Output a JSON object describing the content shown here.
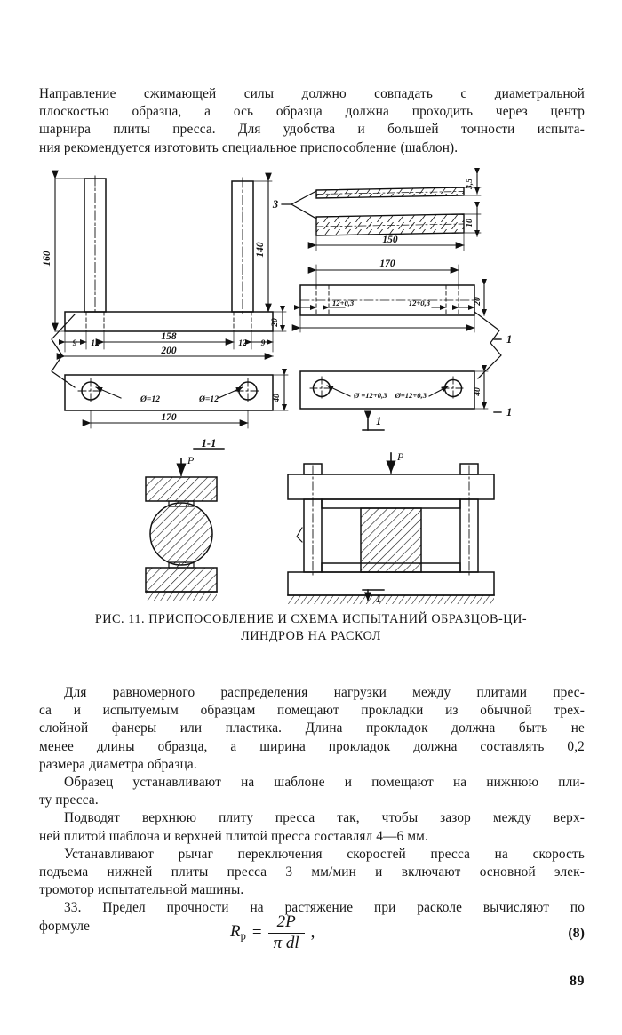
{
  "document": {
    "language": "ru",
    "page_number": "89"
  },
  "intro_paragraph": {
    "lines": [
      "Направление сжимающей силы должно совпадать с диаметральной",
      "плоскостью образца, а ось образца должна проходить через центр",
      "шарнира плиты пресса. Для удобства и большей точности испыта-",
      "ния рекомендуется изготовить специальное приспособление (шаблон)."
    ]
  },
  "figure": {
    "caption_line_1": "РИС. 11. ПРИСПОСОБЛЕНИЕ  И  СХЕМА  ИСПЫТАНИЙ  ОБРАЗЦОВ-ЦИ-",
    "caption_line_2": "ЛИНДРОВ НА РАСКОЛ",
    "dimensions": {
      "left_column_height": "160",
      "right_column_height": "140",
      "base_plate_thickness": "20",
      "edge_left_1": "9",
      "edge_left_2": "12",
      "base_inner_span": "158",
      "edge_right_1": "12",
      "edge_right_2": "9",
      "base_total_length": "200",
      "lower_plate_hole_span": "170",
      "lower_plate_height": "40",
      "hole_diameter_left": "Ø=12",
      "hole_diameter_right": "Ø=12",
      "pad_thin_thickness": "3,5",
      "pad_thick_thickness": "10",
      "pad_length": "150",
      "pad_callout": "3",
      "top_bar_length": "170",
      "top_bar_thickness": "20",
      "top_bar_hole_left": "12+0,3",
      "top_bar_hole_right": "12+0,3",
      "bottom_bar_height": "40",
      "bottom_bar_hole_left": "Ø =12+0,3",
      "bottom_bar_hole_right": "Ø=12+0,3"
    },
    "labels": {
      "section_cut_left": "1-1",
      "section_mark_right_top": "1",
      "section_mark_right_bottom": "1",
      "section_mark_side_top": "1",
      "section_mark_side_bottom": "1",
      "force_left": "P",
      "force_right": "P"
    }
  },
  "body": {
    "paragraph_1": {
      "lines": [
        "Для равномерного распределения нагрузки между плитами прес-",
        "са и испытуемым образцам помещают прокладки из обычной трех-",
        "слойной фанеры или пластика. Длина прокладок должна быть не",
        "менее длины образца, а ширина прокладок должна составлять 0,2",
        "размера диаметра образца."
      ]
    },
    "paragraph_2": {
      "lines": [
        "Образец устанавливают на шаблоне и помещают на нижнюю пли-",
        "ту пресса."
      ]
    },
    "paragraph_3": {
      "lines": [
        "Подводят верхнюю плиту пресса так, чтобы зазор между верх-",
        "ней плитой шаблона и верхней плитой пресса составлял 4—6 мм."
      ]
    },
    "paragraph_4": {
      "lines": [
        "Устанавливают рычаг переключения скоростей пресса на скорость",
        "подъема нижней плиты пресса 3 мм/мин и включают основной элек-",
        "тромотор испытательной машины."
      ]
    },
    "paragraph_5": {
      "lines": [
        "33. Предел прочности на растяжение при расколе вычисляют по",
        "формуле"
      ]
    }
  },
  "formula": {
    "lhs": "R",
    "lhs_sub": "р",
    "equals": "=",
    "numerator": "2P",
    "denominator": "π dl",
    "trailing_comma": ",",
    "number": "(8)"
  }
}
